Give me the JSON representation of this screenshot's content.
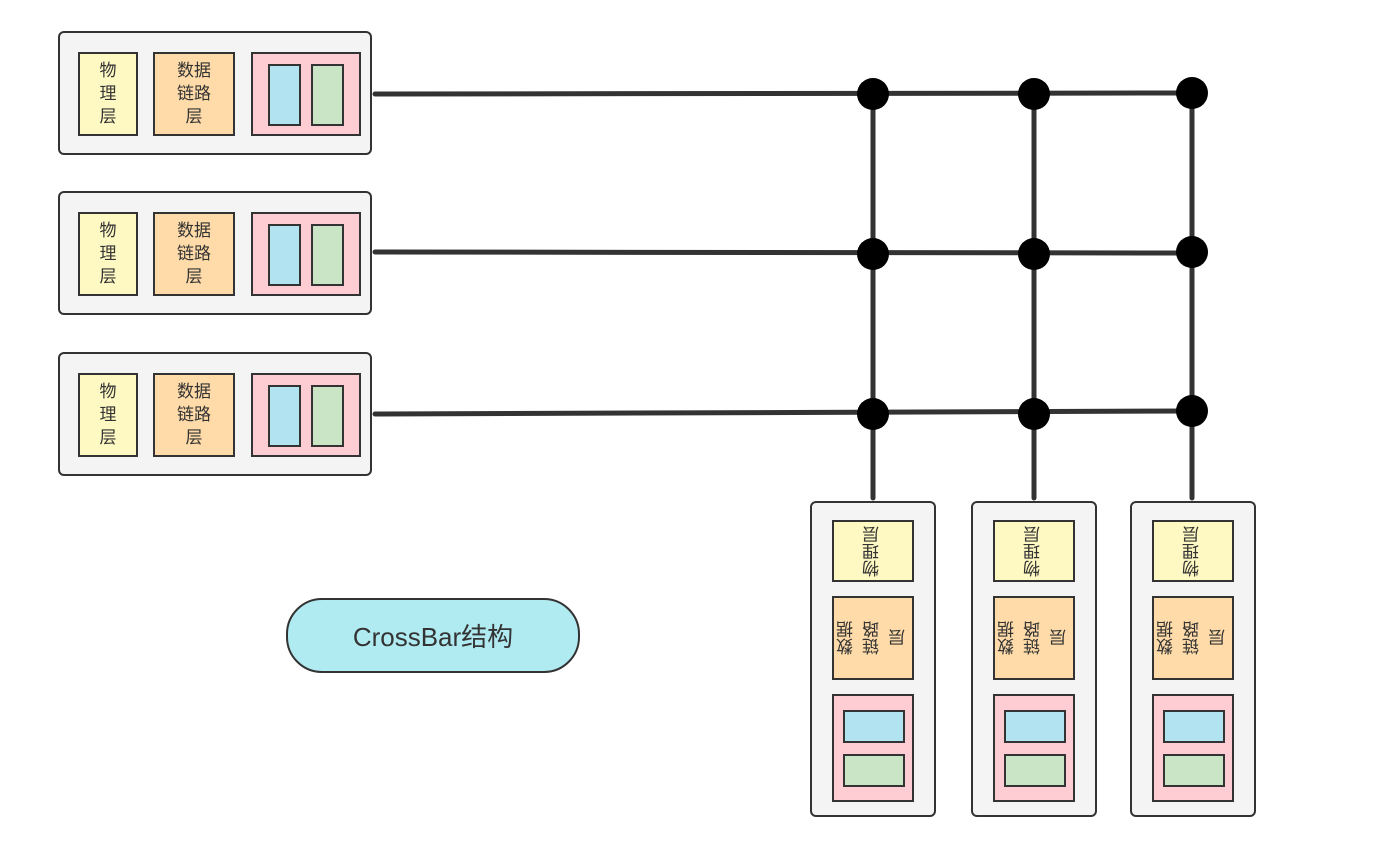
{
  "title": "CrossBar结构",
  "layers": {
    "physical": "物\n理\n层",
    "datalink": "数据\n链路\n层",
    "physical_v": "物理层",
    "datalink_v": "数据\n链路\n层"
  },
  "grid": {
    "rows": 3,
    "cols": 3
  },
  "colors": {
    "node_bg": "#f4f4f4",
    "physical": "#fef9c3",
    "datalink": "#fedba8",
    "buffer": "#fecdd3",
    "queue_a": "#b1e4f0",
    "queue_b": "#c9e5c6",
    "label_bg": "#b1ebf2",
    "line": "#333333"
  }
}
